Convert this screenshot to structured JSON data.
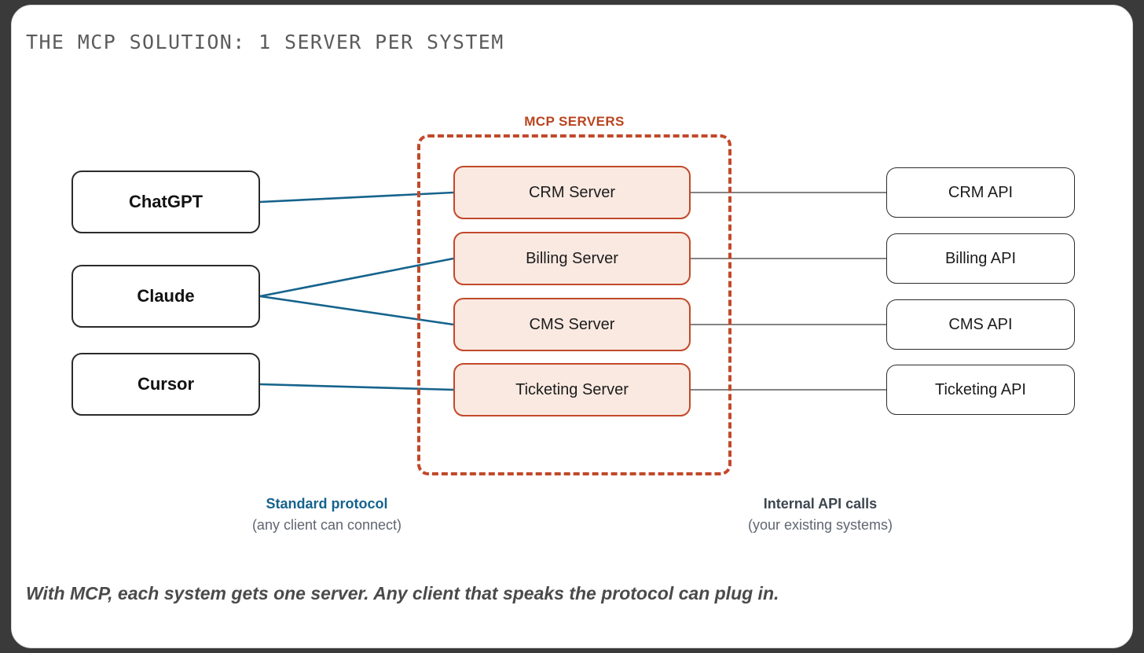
{
  "title": "THE MCP SOLUTION: 1 SERVER PER SYSTEM",
  "caption": "With MCP, each system gets one server. Any client that speaks the protocol can plug in.",
  "colors": {
    "mcp_accent": "#c1492a",
    "mcp_label": "#b9441f",
    "server_fill": "#fae9e1",
    "client_border": "#2b2b2b",
    "protocol_link": "#16638c",
    "api_link": "#5a5a5a",
    "legend_left_title": "#16638c",
    "legend_right_title": "#3d4650",
    "title_text": "#5b5b5b",
    "caption_text": "#4a4a4a"
  },
  "clients": [
    {
      "label": "ChatGPT"
    },
    {
      "label": "Claude"
    },
    {
      "label": "Cursor"
    }
  ],
  "mcp_group": {
    "label": "MCP SERVERS",
    "servers": [
      {
        "label": "CRM Server"
      },
      {
        "label": "Billing Server"
      },
      {
        "label": "CMS Server"
      },
      {
        "label": "Ticketing Server"
      }
    ]
  },
  "apis": [
    {
      "label": "CRM API"
    },
    {
      "label": "Billing API"
    },
    {
      "label": "CMS API"
    },
    {
      "label": "Ticketing API"
    }
  ],
  "legend": {
    "left": {
      "title": "Standard protocol",
      "subtitle": "(any client can connect)"
    },
    "right": {
      "title": "Internal API calls",
      "subtitle": "(your existing systems)"
    }
  },
  "connections": {
    "client_to_server": [
      {
        "from": "ChatGPT",
        "to": "CRM Server"
      },
      {
        "from": "Claude",
        "to": "Billing Server"
      },
      {
        "from": "Claude",
        "to": "CMS Server"
      },
      {
        "from": "Cursor",
        "to": "Ticketing Server"
      }
    ],
    "server_to_api": [
      {
        "from": "CRM Server",
        "to": "CRM API"
      },
      {
        "from": "Billing Server",
        "to": "Billing API"
      },
      {
        "from": "CMS Server",
        "to": "CMS API"
      },
      {
        "from": "Ticketing Server",
        "to": "Ticketing API"
      }
    ]
  }
}
